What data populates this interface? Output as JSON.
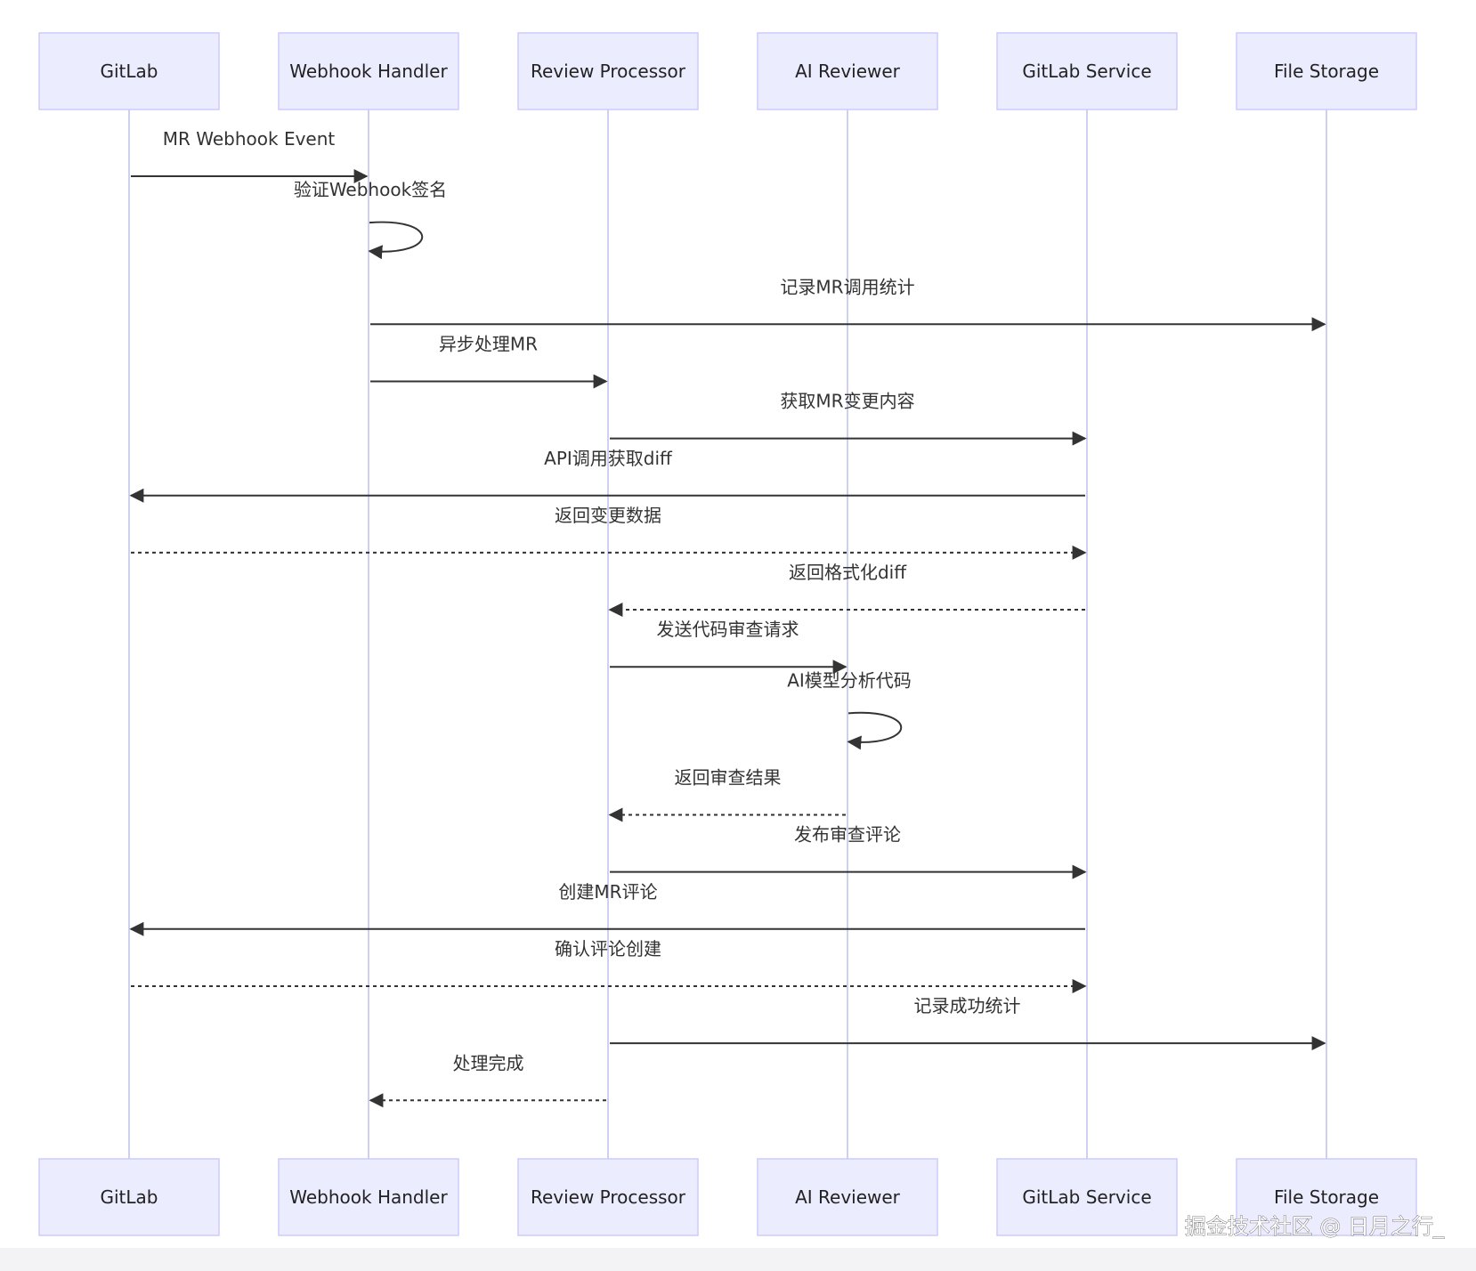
{
  "actors": [
    {
      "id": "gitlab",
      "label": "GitLab"
    },
    {
      "id": "webhook",
      "label": "Webhook Handler"
    },
    {
      "id": "review",
      "label": "Review Processor"
    },
    {
      "id": "ai",
      "label": "AI Reviewer"
    },
    {
      "id": "gitlab_service",
      "label": "GitLab Service"
    },
    {
      "id": "storage",
      "label": "File Storage"
    }
  ],
  "messages": [
    {
      "from": "gitlab",
      "to": "webhook",
      "label": "MR Webhook Event",
      "style": "solid"
    },
    {
      "from": "webhook",
      "to": "webhook",
      "label": "验证Webhook签名",
      "style": "solid"
    },
    {
      "from": "webhook",
      "to": "storage",
      "label": "记录MR调用统计",
      "style": "solid"
    },
    {
      "from": "webhook",
      "to": "review",
      "label": "异步处理MR",
      "style": "solid"
    },
    {
      "from": "review",
      "to": "gitlab_service",
      "label": "获取MR变更内容",
      "style": "solid"
    },
    {
      "from": "gitlab_service",
      "to": "gitlab",
      "label": "API调用获取diff",
      "style": "solid"
    },
    {
      "from": "gitlab",
      "to": "gitlab_service",
      "label": "返回变更数据",
      "style": "dashed"
    },
    {
      "from": "gitlab_service",
      "to": "review",
      "label": "返回格式化diff",
      "style": "dashed"
    },
    {
      "from": "review",
      "to": "ai",
      "label": "发送代码审查请求",
      "style": "solid"
    },
    {
      "from": "ai",
      "to": "ai",
      "label": "AI模型分析代码",
      "style": "solid"
    },
    {
      "from": "ai",
      "to": "review",
      "label": "返回审查结果",
      "style": "dashed"
    },
    {
      "from": "review",
      "to": "gitlab_service",
      "label": "发布审查评论",
      "style": "solid"
    },
    {
      "from": "gitlab_service",
      "to": "gitlab",
      "label": "创建MR评论",
      "style": "solid"
    },
    {
      "from": "gitlab",
      "to": "gitlab_service",
      "label": "确认评论创建",
      "style": "dashed"
    },
    {
      "from": "review",
      "to": "storage",
      "label": "记录成功统计",
      "style": "solid"
    },
    {
      "from": "review",
      "to": "webhook",
      "label": "处理完成",
      "style": "dashed"
    }
  ],
  "watermark": "掘金技术社区 @ 日月之行_"
}
